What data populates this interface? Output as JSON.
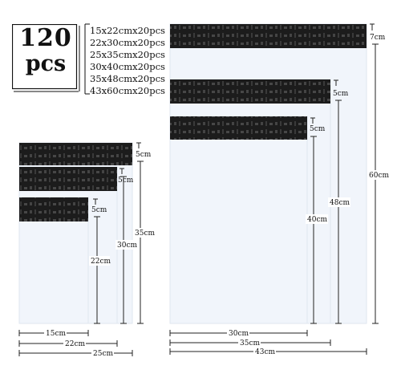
{
  "badge": {
    "number": "120",
    "unit": "pcs"
  },
  "size_list": [
    "15x22cmx20pcs",
    "22x30cmx20pcs",
    "25x35cmx20pcs",
    "30x40cmx20pcs",
    "35x48cmx20pcs",
    "43x60cmx20pcs"
  ],
  "labels": {
    "b15_seal": "5cm",
    "b22_seal": "5cm",
    "b25_seal": "5cm",
    "b30_seal": "5cm",
    "b35_seal": "5cm",
    "b43_seal": "7cm",
    "h22": "22cm",
    "h30": "30cm",
    "h35": "35cm",
    "h40": "40cm",
    "h48": "48cm",
    "h60": "60cm",
    "w15": "15cm",
    "w22": "22cm",
    "w25": "25cm",
    "w30": "30cm",
    "w35": "35cm",
    "w43": "43cm"
  },
  "colors": {
    "bag": "#f1f5fb",
    "seal": "#1c1c1c",
    "line": "#222222"
  }
}
